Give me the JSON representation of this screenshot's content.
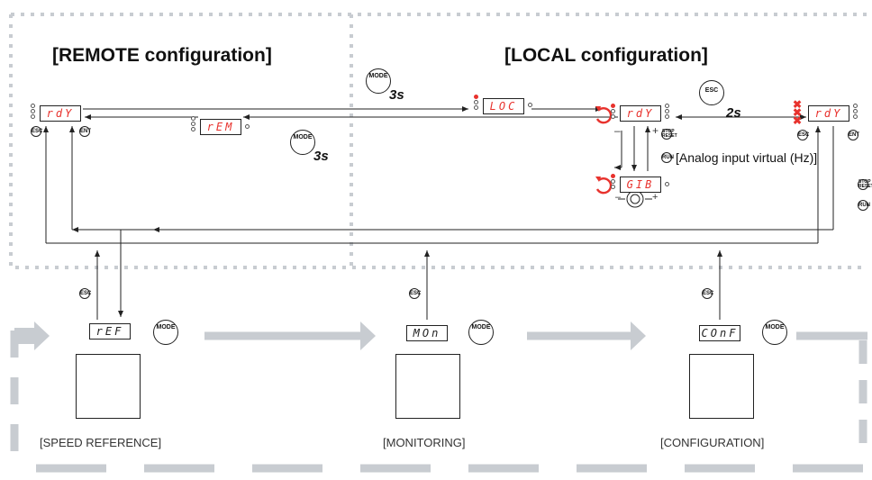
{
  "titles": {
    "remote": "[REMOTE configuration]",
    "local": "[LOCAL configuration]"
  },
  "displays": {
    "rdy_remote": "rdY",
    "rem": "rEM",
    "loc": "LOC",
    "rdy_local": "rdY",
    "g1b": "GIB",
    "rdy_right": "rdY",
    "ref": "rEF",
    "mon": "MOn",
    "conf": "COnF"
  },
  "buttons": {
    "esc": "ESC",
    "ent": "ENT",
    "mode": "MODE",
    "run": "RUN",
    "stop": "STOP RESET",
    "minus": "–",
    "plus": "+"
  },
  "timings": {
    "mode_to_local": "3s",
    "mode_to_remote": "3s",
    "esc_hold": "2s"
  },
  "notes": {
    "analog_input": "[Analog input virtual (Hz)]"
  },
  "menus": {
    "speed_reference": "[SPEED REFERENCE]",
    "monitoring": "[MONITORING]",
    "configuration": "[CONFIGURATION]"
  },
  "icons": [
    "speed-dial-hand-icon",
    "gauge-meter-icon",
    "wrench-screwdriver-icon",
    "press-finger-icon",
    "refresh-arrows-icon",
    "jog-dial-icon"
  ],
  "colors": {
    "display_text": "#e8322d",
    "frame": "#c8ccd1",
    "line": "#222222"
  }
}
